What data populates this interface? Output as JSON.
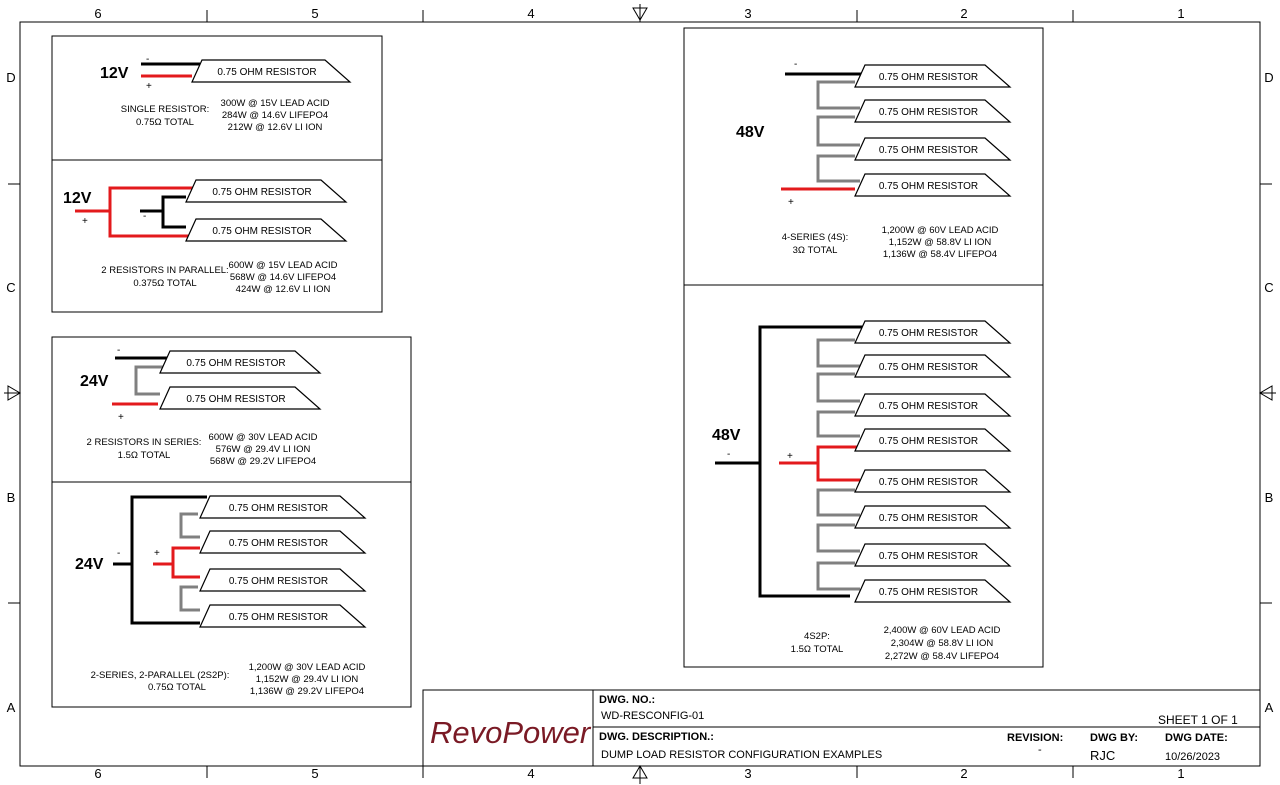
{
  "labels": {
    "resistor": "0.75 OHM RESISTOR",
    "minus": "-",
    "plus": "+",
    "v12": "12V",
    "v24": "24V",
    "v48": "48V"
  },
  "colors": {
    "negative": "#000000",
    "positive": "#e31a1c",
    "series_link": "#808080"
  },
  "zones": {
    "columns": [
      "6",
      "5",
      "4",
      "3",
      "2",
      "1"
    ],
    "rows": [
      "D",
      "C",
      "B",
      "A"
    ]
  },
  "configs": {
    "single": {
      "desc": [
        "SINGLE RESISTOR:",
        "0.75Ω TOTAL"
      ],
      "specs": [
        "300W @ 15V LEAD ACID",
        "284W @ 14.6V LIFEPO4",
        "212W @ 12.6V LI ION"
      ]
    },
    "parallel2": {
      "desc": [
        "2 RESISTORS IN PARALLEL:",
        "0.375Ω TOTAL"
      ],
      "specs": [
        "600W @ 15V LEAD ACID",
        "568W @ 14.6V LIFEPO4",
        "424W @ 12.6V LI ION"
      ]
    },
    "series2": {
      "desc": [
        "2 RESISTORS IN SERIES:",
        "1.5Ω  TOTAL"
      ],
      "specs": [
        "600W @ 30V LEAD ACID",
        "576W @ 29.4V LI ION",
        "568W @ 29.2V LIFEPO4"
      ]
    },
    "s2p2": {
      "desc": [
        "2-SERIES, 2-PARALLEL (2S2P):",
        "0.75Ω TOTAL"
      ],
      "specs": [
        "1,200W @ 30V LEAD ACID",
        "1,152W @ 29.4V LI ION",
        "1,136W @ 29.2V LIFEPO4"
      ]
    },
    "series4": {
      "desc": [
        "4-SERIES (4S):",
        "3Ω TOTAL"
      ],
      "specs": [
        "1,200W @ 60V LEAD ACID",
        "1,152W @ 58.8V LI ION",
        "1,136W @ 58.4V LIFEPO4"
      ]
    },
    "s4p2": {
      "desc": [
        "4S2P:",
        "1.5Ω  TOTAL"
      ],
      "specs": [
        "2,400W @ 60V LEAD ACID",
        "2,304W @ 58.8V LI ION",
        "2,272W @ 58.4V LIFEPO4"
      ]
    }
  },
  "title_block": {
    "logo": "RevoPower",
    "dwg_no_label": "DWG. NO.:",
    "dwg_no": "WD-RESCONFIG-01",
    "sheet": "SHEET 1  OF 1",
    "desc_label": "DWG. DESCRIPTION.:",
    "description": "DUMP LOAD RESISTOR CONFIGURATION EXAMPLES",
    "revision_label": "REVISION:",
    "revision": "-",
    "dwg_by_label": "DWG BY:",
    "dwg_by": "RJC",
    "dwg_date_label": "DWG DATE:",
    "dwg_date": "10/26/2023"
  }
}
